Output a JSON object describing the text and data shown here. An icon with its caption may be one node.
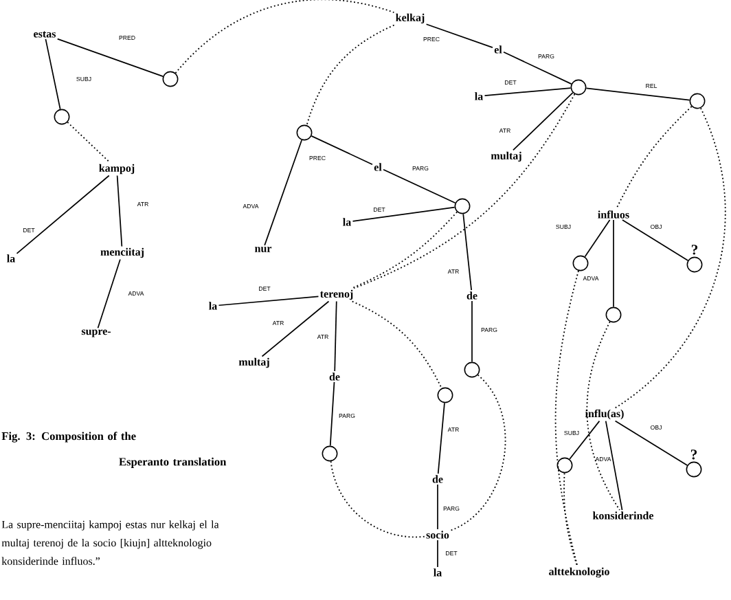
{
  "diagram": {
    "caption": "Fig. 3: Composition of the Esperanto translation",
    "nodes": [
      {
        "text": [
          "estas"
        ]
      },
      {
        "text": [],
        "shape": "circle"
      },
      {
        "text": [
          "kelkaj"
        ]
      },
      {
        "text": [],
        "shape": "circle"
      },
      {
        "text": [
          "kampoj"
        ]
      },
      {
        "text": [
          "el"
        ]
      },
      {
        "text": [
          "la"
        ]
      },
      {
        "text": [],
        "shape": "circle"
      },
      {
        "text": [],
        "shape": "circle"
      },
      {
        "text": [
          "multaj"
        ]
      },
      {
        "text": [],
        "shape": "circle"
      },
      {
        "text": [
          "el"
        ]
      },
      {
        "text": [
          "la"
        ]
      },
      {
        "text": [
          "menciitaj"
        ]
      },
      {
        "text": [],
        "shape": "circle"
      },
      {
        "text": [
          "la"
        ]
      },
      {
        "text": [
          "nur"
        ]
      },
      {
        "text": [
          "influos"
        ]
      },
      {
        "text": [
          "supre-"
        ]
      },
      {
        "text": [
          "la"
        ]
      },
      {
        "text": [
          "terenoj"
        ]
      },
      {
        "text": [
          "de"
        ]
      },
      {
        "text": [],
        "shape": "circle"
      },
      {
        "text": [],
        "shape": "circle",
        "beside": [
          "?"
        ]
      },
      {
        "text": [
          "multaj"
        ]
      },
      {
        "text": [],
        "shape": "circle"
      },
      {
        "text": [
          "de"
        ]
      },
      {
        "text": [],
        "shape": "circle"
      },
      {
        "text": [],
        "shape": "circle"
      },
      {
        "text": [],
        "shape": "circle"
      },
      {
        "text": [
          "influ(as)"
        ]
      },
      {
        "text": [],
        "shape": "circle"
      },
      {
        "text": [],
        "shape": "circle",
        "beside": [
          "?"
        ]
      },
      {
        "text": [
          "de"
        ]
      },
      {
        "text": [
          "konsiderinde"
        ]
      },
      {
        "text": [
          "socio"
        ]
      },
      {
        "text": [
          "la"
        ]
      },
      {
        "text": [
          "altteknologio"
        ]
      }
    ],
    "edges": [
      {
        "from": 0,
        "to": 1,
        "arrow": "none",
        "label": "PRED"
      },
      {
        "from": 0,
        "to": 3,
        "arrow": "none",
        "label": "SUBJ"
      },
      {
        "from": 3,
        "to": 4,
        "arrow": "none",
        "style": "dashed"
      },
      {
        "from": 1,
        "to": 2,
        "arrow": "none",
        "style": "dashed"
      },
      {
        "from": 2,
        "to": 10,
        "arrow": "none",
        "style": "dashed"
      },
      {
        "from": 2,
        "to": 5,
        "arrow": "none",
        "label": "PREC"
      },
      {
        "from": 5,
        "to": 7,
        "arrow": "none",
        "label": "PARG"
      },
      {
        "from": 6,
        "to": 7,
        "arrow": "none",
        "label": "DET"
      },
      {
        "from": 7,
        "to": 9,
        "arrow": "none",
        "label": "ATR"
      },
      {
        "from": 7,
        "to": 8,
        "arrow": "none",
        "label": "REL"
      },
      {
        "from": 7,
        "to": 20,
        "arrow": "none",
        "style": "dashed"
      },
      {
        "from": 4,
        "to": 12,
        "arrow": "none",
        "label": "DET"
      },
      {
        "from": 4,
        "to": 13,
        "arrow": "none",
        "label": "ATR"
      },
      {
        "from": 13,
        "to": 18,
        "arrow": "none",
        "label": "ADVA"
      },
      {
        "from": 10,
        "to": 11,
        "arrow": "none",
        "label": "PREC"
      },
      {
        "from": 10,
        "to": 16,
        "arrow": "none",
        "label": "ADVA"
      },
      {
        "from": 11,
        "to": 14,
        "arrow": "none",
        "label": "PARG"
      },
      {
        "from": 15,
        "to": 14,
        "arrow": "none",
        "label": "DET"
      },
      {
        "from": 14,
        "to": 21,
        "arrow": "none",
        "label": "ATR"
      },
      {
        "from": 14,
        "to": 20,
        "arrow": "none",
        "style": "dashed"
      },
      {
        "from": 8,
        "to": 17,
        "arrow": "none",
        "style": "dashed"
      },
      {
        "from": 8,
        "to": 30,
        "arrow": "none",
        "style": "dashed"
      },
      {
        "from": 17,
        "to": 22,
        "arrow": "none",
        "label": "SUBJ"
      },
      {
        "from": 17,
        "to": 25,
        "arrow": "none",
        "label": "ADVA"
      },
      {
        "from": 17,
        "to": 23,
        "arrow": "none",
        "label": "OBJ"
      },
      {
        "from": 20,
        "to": 19,
        "arrow": "none",
        "label": "DET"
      },
      {
        "from": 20,
        "to": 24,
        "arrow": "none",
        "label": "ATR"
      },
      {
        "from": 20,
        "to": 26,
        "arrow": "none",
        "label": "ATR"
      },
      {
        "from": 20,
        "to": 28,
        "arrow": "none",
        "style": "dashed"
      },
      {
        "from": 21,
        "to": 27,
        "arrow": "none",
        "label": "PARG"
      },
      {
        "from": 26,
        "to": 29,
        "arrow": "none",
        "label": "PARG"
      },
      {
        "from": 25,
        "to": 34,
        "arrow": "none",
        "style": "dashed"
      },
      {
        "from": 22,
        "to": 37,
        "arrow": "none",
        "style": "dashed"
      },
      {
        "from": 29,
        "to": 35,
        "arrow": "none",
        "style": "dashed"
      },
      {
        "from": 27,
        "to": 35,
        "arrow": "none",
        "style": "dashed"
      },
      {
        "from": 28,
        "to": 33,
        "arrow": "none",
        "label": "ATR"
      },
      {
        "from": 33,
        "to": 35,
        "arrow": "none",
        "label": "PARG"
      },
      {
        "from": 35,
        "to": 36,
        "arrow": "none",
        "label": "DET"
      },
      {
        "from": 30,
        "to": 31,
        "arrow": "none",
        "label": "SUBJ"
      },
      {
        "from": 30,
        "to": 34,
        "arrow": "none",
        "label": "ADVA"
      },
      {
        "from": 30,
        "to": 32,
        "arrow": "none",
        "label": "OBJ"
      },
      {
        "from": 31,
        "to": 37,
        "arrow": "none",
        "style": "dashed"
      }
    ],
    "labels": [
      "La supre-menciitaj kampoj estas nur kelkaj el la multaj terenoj de la socio [kiujn] altteknologio konsiderinde influos.”"
    ]
  }
}
